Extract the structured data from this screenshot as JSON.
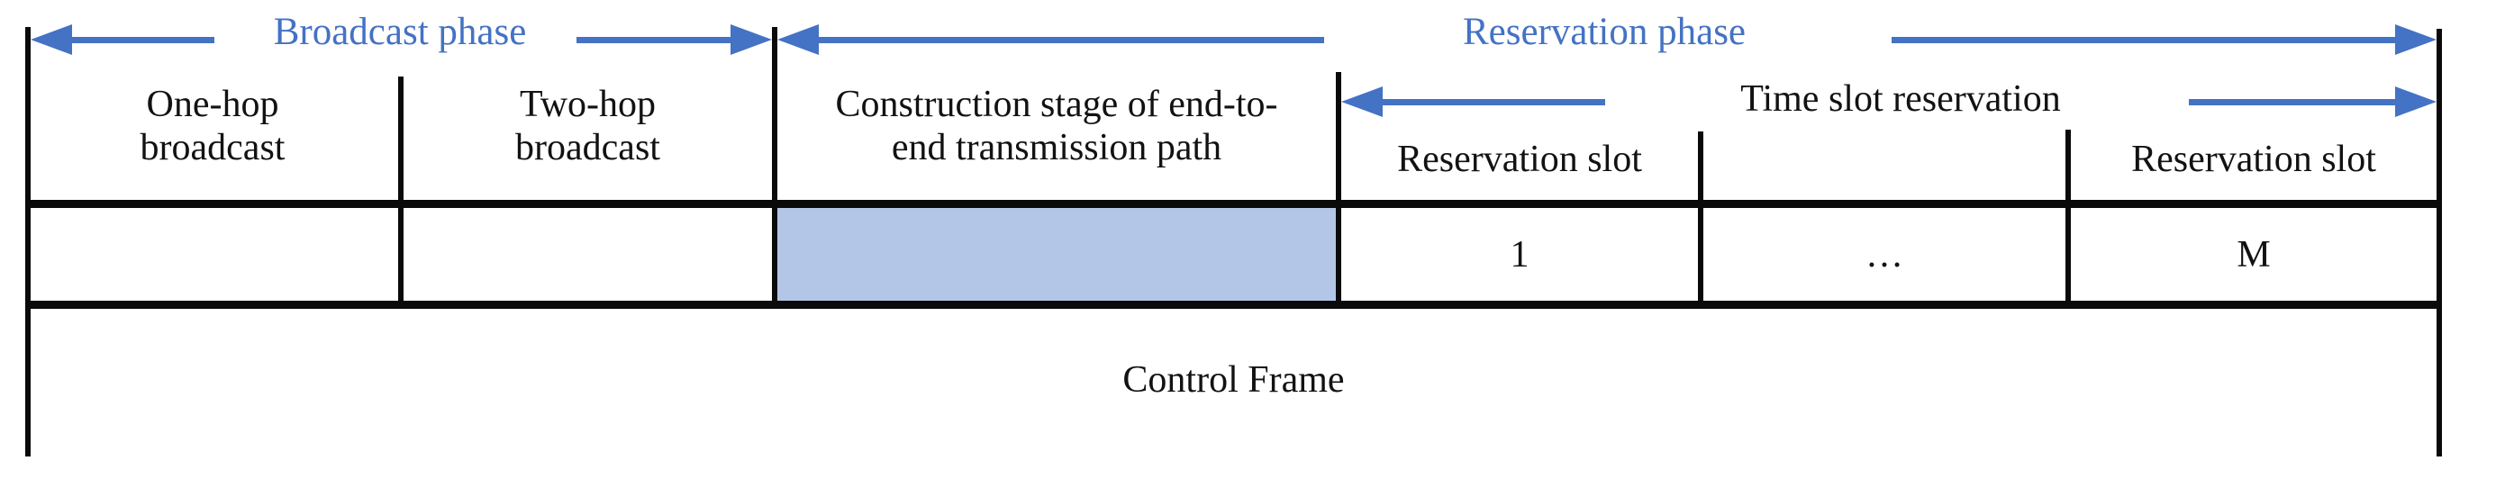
{
  "diagram": {
    "title_hint": "control frame structure",
    "phases": {
      "broadcast_label": "Broadcast phase",
      "reservation_label": "Reservation phase",
      "time_slot_label": "Time slot reservation"
    },
    "header_cells": {
      "one_hop": {
        "line1": "One-hop",
        "line2": "broadcast"
      },
      "two_hop": {
        "line1": "Two-hop",
        "line2": "broadcast"
      },
      "construction": {
        "line1": "Construction stage of end-to-",
        "line2": "end transmission path"
      },
      "reservation_slot_first": "Reservation slot",
      "reservation_slot_last": "Reservation slot"
    },
    "slot_cells": {
      "first_index": "1",
      "ellipsis": "…",
      "last_index": "M"
    },
    "footer_cell": {
      "control_frame": "Control Frame"
    },
    "colors": {
      "accent_blue": "#4472c4",
      "construction_fill_blue": "#b4c6e7",
      "line_black": "#0a0a0a",
      "text_black": "#121212",
      "background": "#ffffff"
    }
  }
}
